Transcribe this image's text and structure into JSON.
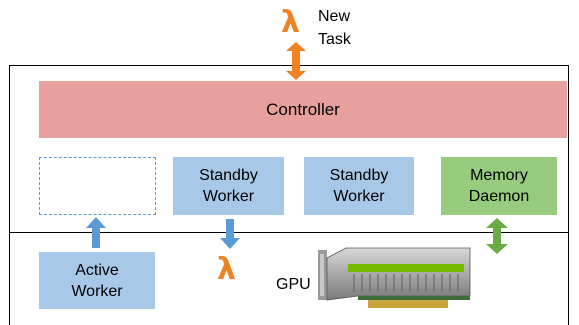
{
  "new_task": {
    "label": "New\nTask",
    "icon": "lambda-icon"
  },
  "controller": {
    "label": "Controller"
  },
  "workers": {
    "standby_1": "Standby\nWorker",
    "standby_2": "Standby\nWorker",
    "memory_daemon": "Memory\nDaemon",
    "active": "Active\nWorker"
  },
  "gpu": {
    "label": "GPU",
    "icon": "gpu-card-icon"
  },
  "lambda_symbol": "λ",
  "colors": {
    "controller": "#e8a09c",
    "worker": "#a8c8e8",
    "memory": "#97cc7e",
    "lambda": "#f08224",
    "blue_arrow": "#5b9bd5",
    "green_arrow": "#6aab45"
  }
}
